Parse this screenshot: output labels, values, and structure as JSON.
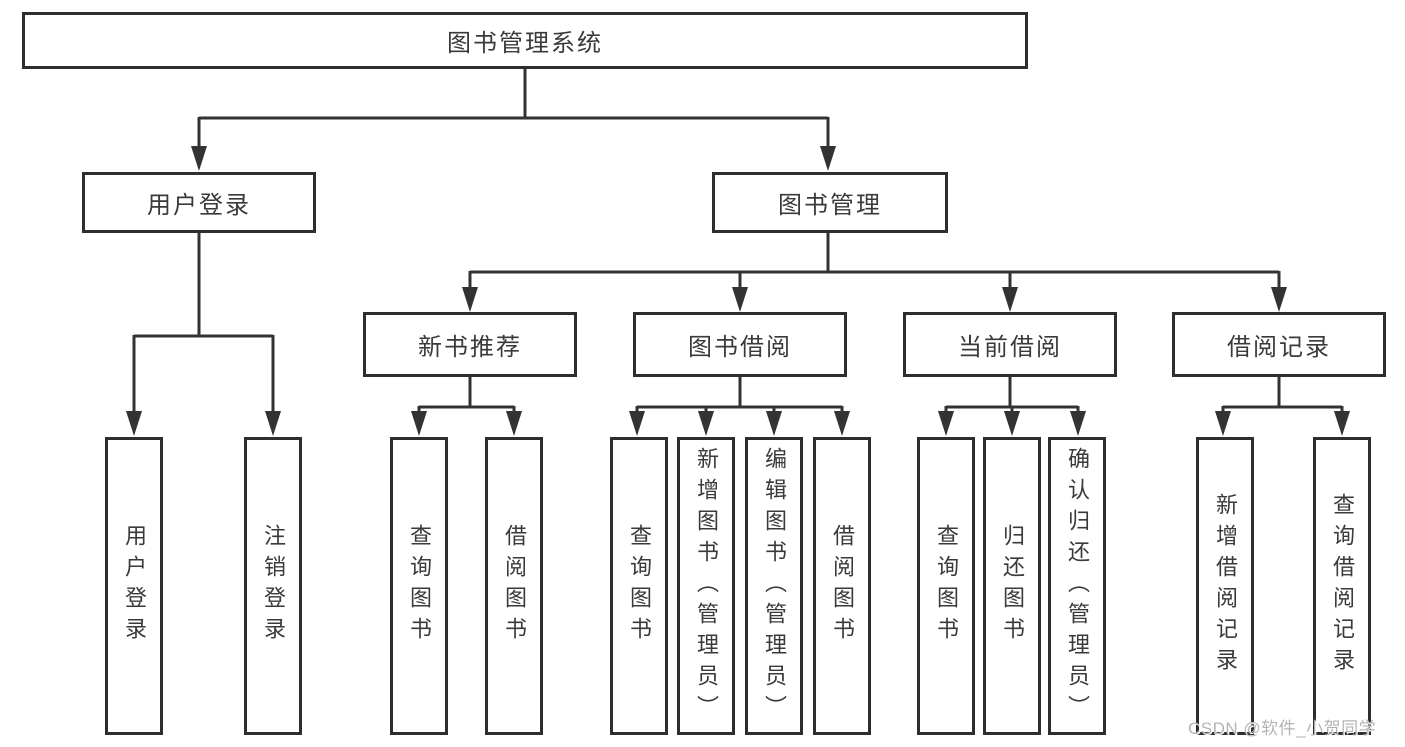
{
  "diagram": {
    "title": "图书管理系统",
    "tree": {
      "label": "图书管理系统",
      "children": [
        {
          "label": "用户登录",
          "children": [
            {
              "label": "用户登录"
            },
            {
              "label": "注销登录"
            }
          ]
        },
        {
          "label": "图书管理",
          "children": [
            {
              "label": "新书推荐",
              "children": [
                {
                  "label": "查询图书"
                },
                {
                  "label": "借阅图书"
                }
              ]
            },
            {
              "label": "图书借阅",
              "children": [
                {
                  "label": "查询图书"
                },
                {
                  "label": "新增图书（管理员）"
                },
                {
                  "label": "编辑图书（管理员）"
                },
                {
                  "label": "借阅图书"
                }
              ]
            },
            {
              "label": "当前借阅",
              "children": [
                {
                  "label": "查询图书"
                },
                {
                  "label": "归还图书"
                },
                {
                  "label": "确认归还（管理员）"
                }
              ]
            },
            {
              "label": "借阅记录",
              "children": [
                {
                  "label": "新增借阅记录"
                },
                {
                  "label": "查询借阅记录"
                }
              ]
            }
          ]
        }
      ]
    },
    "watermark": "CSDN @软件_小贺同学",
    "colors": {
      "line": "#333333",
      "box_border": "#2e2e2e",
      "text": "#3a3a3a",
      "watermark": "#b4b4b4",
      "background": "#ffffff"
    }
  }
}
